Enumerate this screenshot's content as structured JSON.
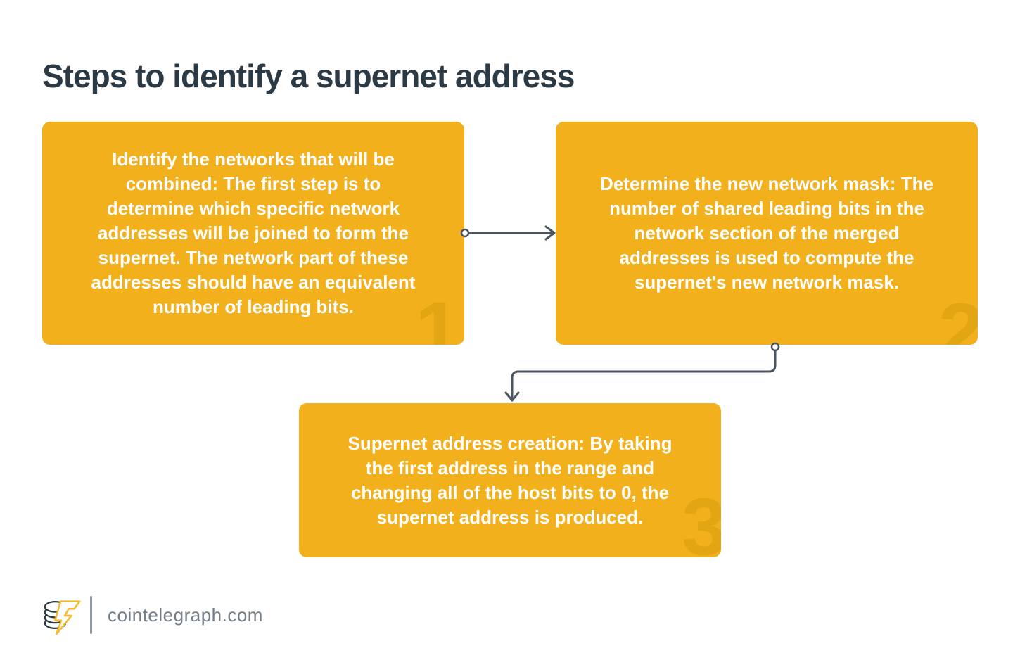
{
  "title": "Steps to identify a supernet address",
  "steps": [
    {
      "number": "1",
      "lines": [
        "Identify the networks that will be",
        "combined: The first step is to",
        "determine which specific network",
        "addresses will be joined to form the",
        "supernet. The network part of these",
        "addresses should have an equivalent",
        "number of leading bits."
      ]
    },
    {
      "number": "2",
      "lines": [
        "Determine the new network mask: The",
        "number of shared leading bits in the",
        "network section of the merged",
        "addresses is used to compute the",
        "supernet's new network mask."
      ]
    },
    {
      "number": "3",
      "lines": [
        "Supernet address creation: By taking",
        "the first address in the range and",
        "changing all of the host bits to 0, the",
        "supernet address is produced."
      ]
    }
  ],
  "footer": {
    "site": "cointelegraph.com"
  },
  "colors": {
    "box_amber": "#f2b01c",
    "watermark_amber": "#e2a513",
    "title_slate": "#2c3a45",
    "connector_slate": "#4a5560",
    "footer_gray": "#737e88",
    "logo_bolt_yellow": "#f7b92b"
  }
}
